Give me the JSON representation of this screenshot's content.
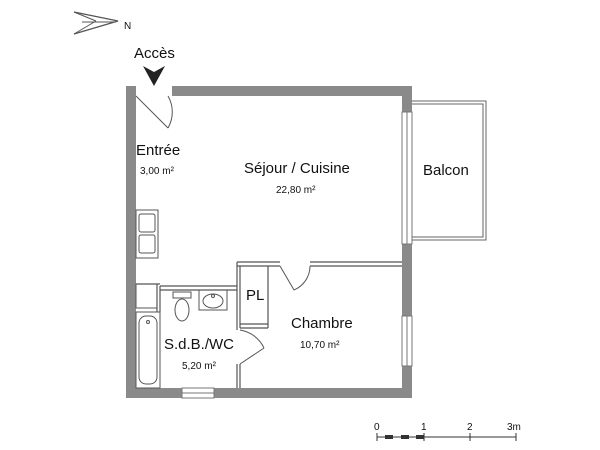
{
  "access": {
    "label": "Accès"
  },
  "compass": {
    "north_label": "N"
  },
  "rooms": {
    "entree": {
      "name": "Entrée",
      "area": "3,00 m²"
    },
    "sejour": {
      "name": "Séjour / Cuisine",
      "area": "22,80 m²"
    },
    "balcon": {
      "name": "Balcon"
    },
    "placard": {
      "name": "PL"
    },
    "chambre": {
      "name": "Chambre",
      "area": "10,70 m²"
    },
    "sdb": {
      "name": "S.d.B./WC",
      "area": "5,20 m²"
    }
  },
  "scale": {
    "ticks": [
      "0",
      "1",
      "2",
      "3m"
    ]
  },
  "colors": {
    "wall": "#8a8a8a",
    "line": "#555555",
    "text": "#111111"
  }
}
